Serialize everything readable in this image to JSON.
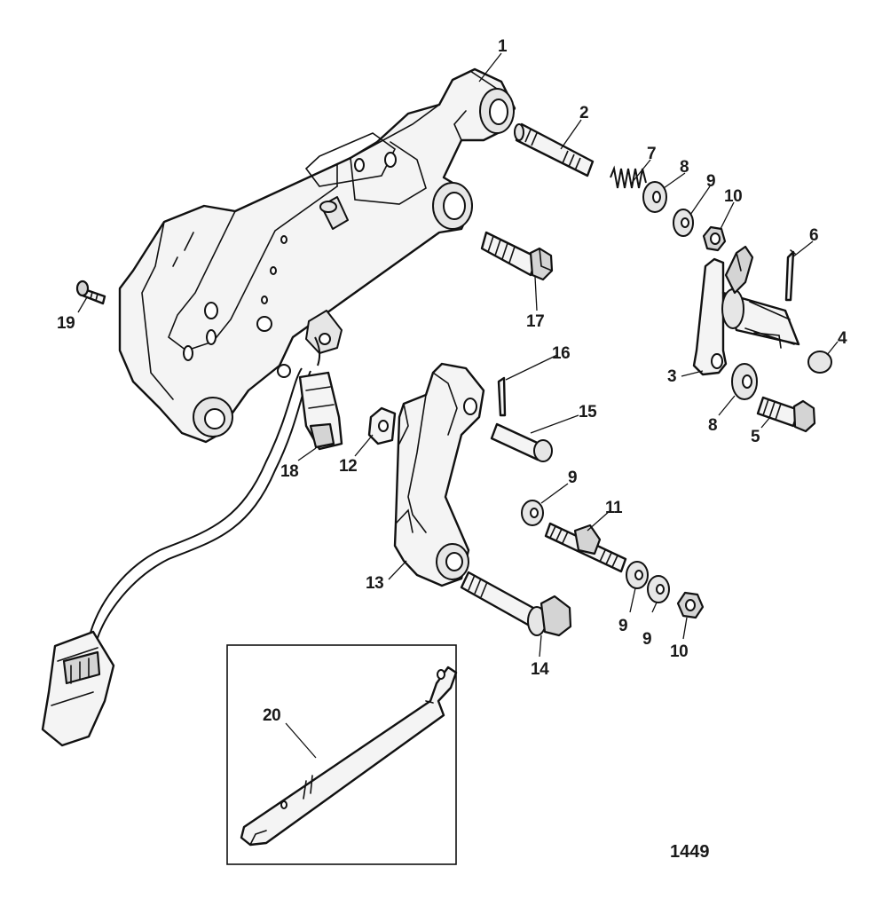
{
  "diagram": {
    "figure_number": "1449",
    "callouts": {
      "c1": "1",
      "c2": "2",
      "c3": "3",
      "c4": "4",
      "c5": "5",
      "c6": "6",
      "c7": "7",
      "c8a": "8",
      "c8b": "8",
      "c9a": "9",
      "c9b": "9",
      "c9c": "9",
      "c9d": "9",
      "c10a": "10",
      "c10b": "10",
      "c11": "11",
      "c12": "12",
      "c13": "13",
      "c14": "14",
      "c15": "15",
      "c16": "16",
      "c17": "17",
      "c18": "18",
      "c19": "19",
      "c20": "20"
    }
  }
}
